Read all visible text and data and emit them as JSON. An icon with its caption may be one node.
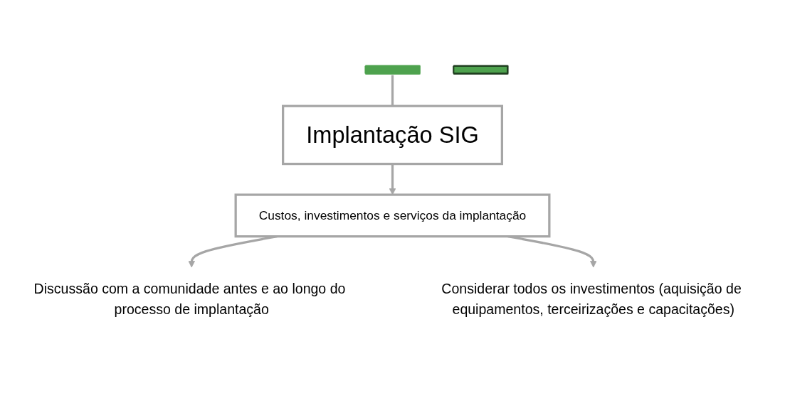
{
  "diagram": {
    "nodes": [
      {
        "text": [],
        "shape": "bar"
      },
      {
        "text": [
          "Implantação SIG"
        ]
      },
      {
        "text": [
          "Custos, investimentos e serviços da implantação"
        ]
      },
      {
        "text": [
          "Discussão com a comunidade antes e ao longo do processo de implantação"
        ]
      },
      {
        "text": [
          "Considerar todos os investimentos (aquisição de equipamentos, terceirizações e capacitações)"
        ]
      },
      {
        "text": [],
        "shape": "bar"
      }
    ],
    "edges": [
      {
        "from": 0,
        "to": 1,
        "arrow": "none"
      },
      {
        "from": 1,
        "to": 2,
        "arrow": "to"
      },
      {
        "from": 2,
        "to": 3,
        "arrow": "to"
      },
      {
        "from": 2,
        "to": 4,
        "arrow": "to"
      }
    ]
  }
}
